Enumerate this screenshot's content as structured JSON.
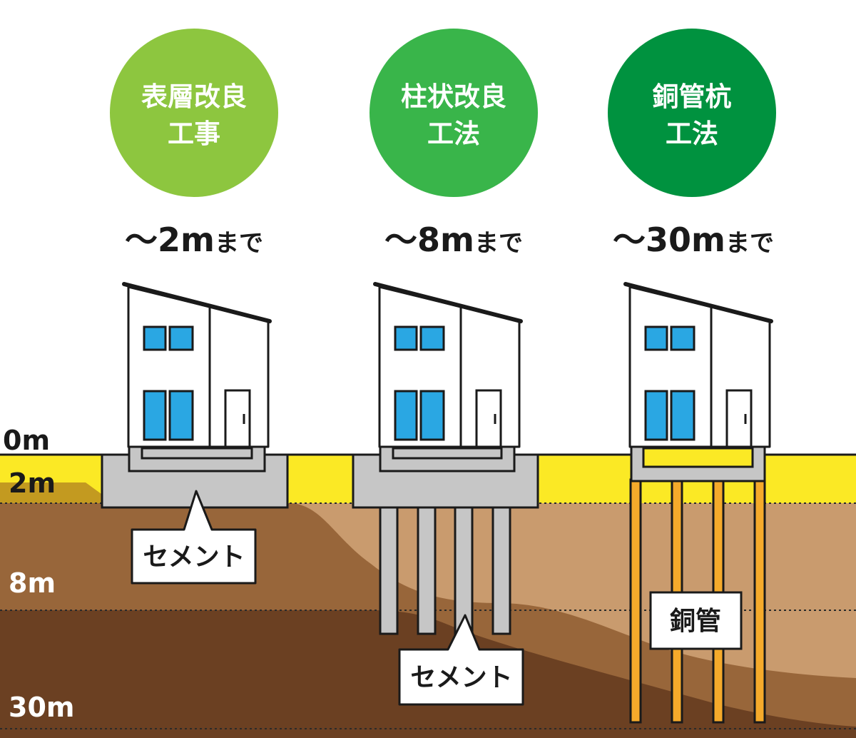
{
  "colors": {
    "yellow_layer": "#fbe925",
    "soil_light": "#c99b6e",
    "soil_mid": "#98663a",
    "soil_dark": "#6b4022",
    "cement": "#c6c6c6",
    "steel_pipe": "#f5aa2b",
    "window": "#2aa7e3",
    "method1": "#8dc63f",
    "method2": "#39b54a",
    "method3": "#00923f"
  },
  "depth_scale": {
    "m0": "0m",
    "m2": "2m",
    "m8": "8m",
    "m30": "30m"
  },
  "methods": [
    {
      "title_line1": "表層改良",
      "title_line2": "工事",
      "depth_prefix": "〜",
      "depth_value": "2m",
      "depth_suffix": "まで",
      "callout": "セメント"
    },
    {
      "title_line1": "柱状改良",
      "title_line2": "工法",
      "depth_prefix": "〜",
      "depth_value": "8m",
      "depth_suffix": "まで",
      "callout": "セメント"
    },
    {
      "title_line1": "銅管杭",
      "title_line2": "工法",
      "depth_prefix": "〜",
      "depth_value": "30m",
      "depth_suffix": "まで",
      "callout": "銅管"
    }
  ]
}
